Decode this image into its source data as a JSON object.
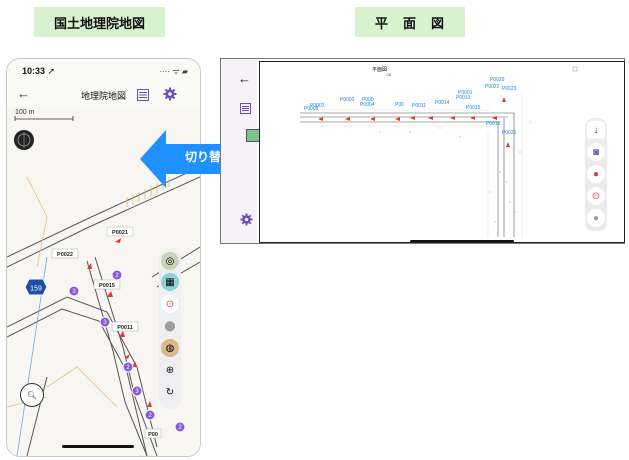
{
  "labels": {
    "left": "国土地理院地図",
    "right": "平　面　図",
    "switch": "切り替え"
  },
  "phone": {
    "status_time": "10:33 ➚",
    "status_icons": "····  ᯤ  ▰",
    "nav_title": "地理院地図",
    "scale_label": "100 m",
    "route_badge": "159",
    "points": [
      {
        "id": "P0021"
      },
      {
        "id": "P0022"
      },
      {
        "id": "P0015"
      },
      {
        "id": "P0011"
      },
      {
        "id": "P00"
      }
    ],
    "markers": [
      "2",
      "3",
      "3",
      "2",
      "3",
      "2",
      "2"
    ]
  },
  "plan": {
    "title": "平面図",
    "subtitle": "1/8",
    "points": [
      "P0002",
      "P0003",
      "P0005",
      "P000",
      "P0004",
      "P00",
      "P0011",
      "P0014",
      "P0013",
      "P0015",
      "P0020",
      "P0022",
      "P0023",
      "P0018",
      "P0021",
      "P0001"
    ]
  },
  "colors": {
    "label_bg": "#d8f2cf",
    "arrow": "#1e90ff",
    "accent": "#6a4fb8",
    "marker": "#8b59d6",
    "point_text": "#1e88e5",
    "direction": "#e53935"
  }
}
